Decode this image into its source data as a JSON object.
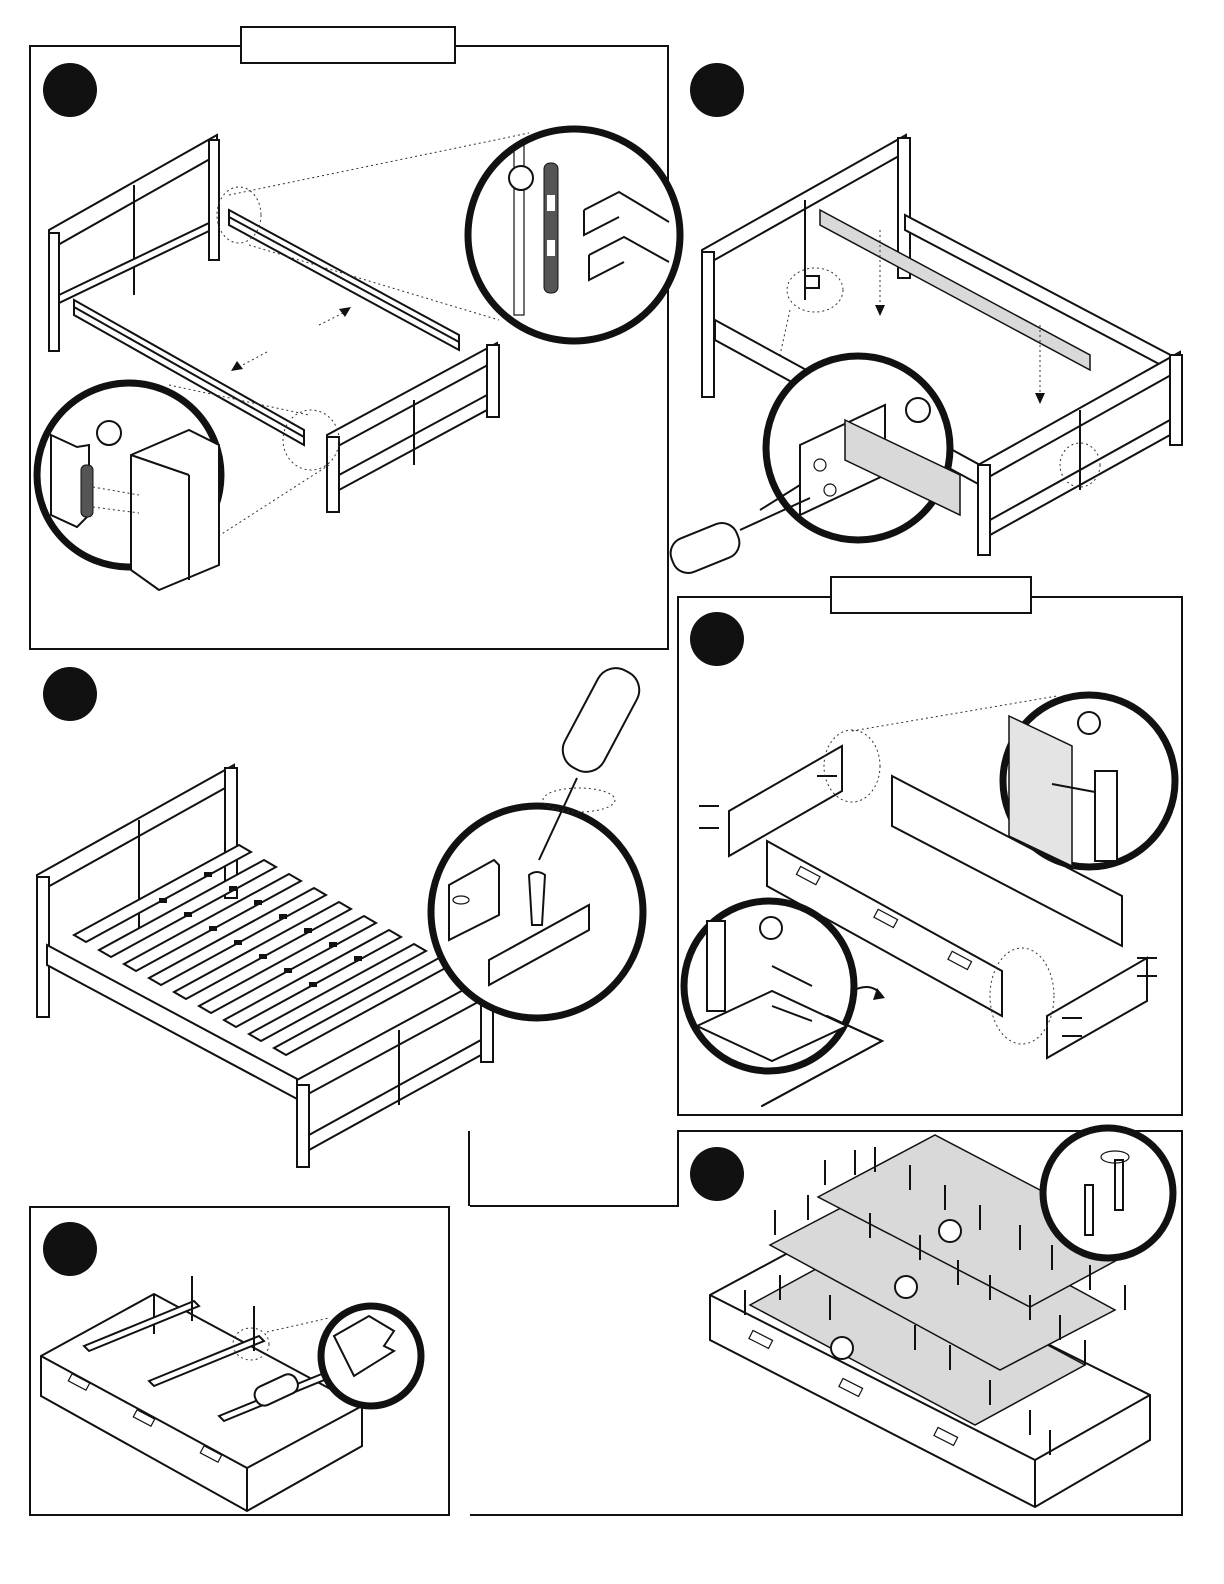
{
  "document": {
    "steps": [
      {
        "id": 1,
        "label_box": true
      },
      {
        "id": 2,
        "label_box": false
      },
      {
        "id": 3,
        "label_box": false
      },
      {
        "id": 4,
        "label_box": true
      },
      {
        "id": 5,
        "label_box": false
      },
      {
        "id": 6,
        "label_box": false
      }
    ]
  }
}
